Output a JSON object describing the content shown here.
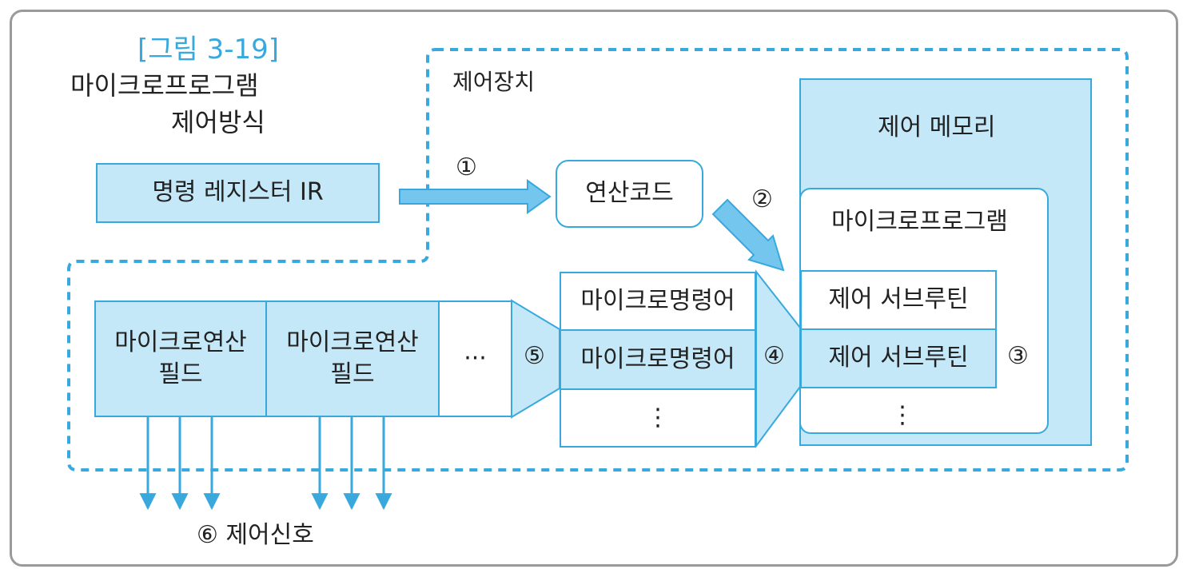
{
  "figure": {
    "number": "[그림 3-19]",
    "title_line1": "마이크로프로그램",
    "title_line2": "제어방식"
  },
  "control_unit": {
    "label": "제어장치"
  },
  "instruction_register": {
    "label": "명령 레지스터 IR"
  },
  "opcode": {
    "label": "연산코드"
  },
  "control_memory": {
    "label": "제어 메모리",
    "microprogram_label": "마이크로프로그램",
    "subroutines": [
      "제어 서브루틴",
      "제어 서브루틴"
    ],
    "ellipsis": "⋮"
  },
  "micro_instructions": {
    "rows": [
      "마이크로명령어",
      "마이크로명령어"
    ],
    "ellipsis": "⋮"
  },
  "micro_op_fields": {
    "fields": [
      "마이크로연산\n필드",
      "마이크로연산\n필드"
    ],
    "ellipsis": "···"
  },
  "steps": {
    "s1": "①",
    "s2": "②",
    "s3": "③",
    "s4": "④",
    "s5": "⑤",
    "s6": "⑥"
  },
  "control_signal": {
    "label": "제어신호"
  },
  "colors": {
    "accent": "#39a9dd",
    "fill": "#c5e8f8",
    "border": "#9a9a9a",
    "arrow_fill": "#74c6ef",
    "text": "#222222"
  }
}
